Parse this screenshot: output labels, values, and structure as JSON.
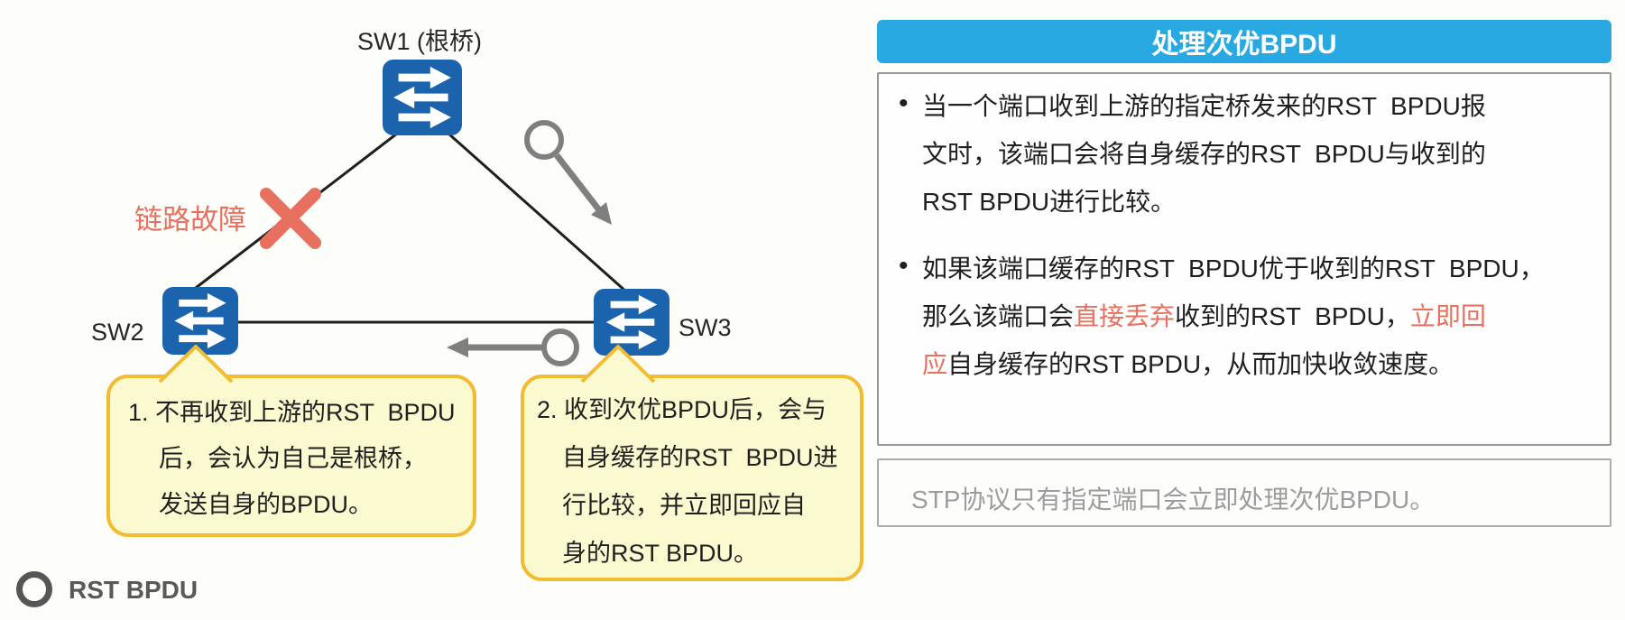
{
  "colors": {
    "switch_blue": "#1C63AE",
    "panel_header_blue": "#29A9E2",
    "failure_red": "#E8705F",
    "highlight_red": "#E8705F",
    "callout_fill": "#FBF9CF",
    "callout_border": "#F2BB30",
    "bpdu_gray": "#7F7F7F",
    "link_black": "#1F1F1F",
    "note_gray": "#9C9C9C"
  },
  "diagram": {
    "sw1": {
      "label": "SW1 (根桥)"
    },
    "sw2": {
      "label": "SW2"
    },
    "sw3": {
      "label": "SW3"
    },
    "link_failure_label": "链路故障",
    "callout1": {
      "lines": [
        "1. 不再收到上游的RST  BPDU",
        "后，会认为自己是根桥，",
        "发送自身的BPDU。"
      ]
    },
    "callout2": {
      "lines": [
        "2. 收到次优BPDU后，会与",
        "自身缓存的RST  BPDU进",
        "行比较，并立即回应自",
        "身的RST BPDU。"
      ]
    },
    "legend": {
      "label": "RST BPDU"
    }
  },
  "panel": {
    "title": "处理次优BPDU",
    "bullet_glyph": "•",
    "bullet1": {
      "lines": [
        "当一个端口收到上游的指定桥发来的RST  BPDU报",
        "文时，该端口会将自身缓存的RST  BPDU与收到的",
        "RST BPDU进行比较。"
      ]
    },
    "bullet2": {
      "lines": [
        [
          {
            "t": "如果该端口缓存的RST  BPDU优于收到的RST  BPDU，",
            "red": false
          }
        ],
        [
          {
            "t": "那么该端口会",
            "red": false
          },
          {
            "t": "直接丢弃",
            "red": true
          },
          {
            "t": "收到的RST  BPDU，",
            "red": false
          },
          {
            "t": "立即回",
            "red": true
          }
        ],
        [
          {
            "t": "应",
            "red": true
          },
          {
            "t": "自身缓存的RST BPDU，从而加快收敛速度。",
            "red": false
          }
        ]
      ]
    },
    "note": "STP协议只有指定端口会立即处理次优BPDU。"
  }
}
